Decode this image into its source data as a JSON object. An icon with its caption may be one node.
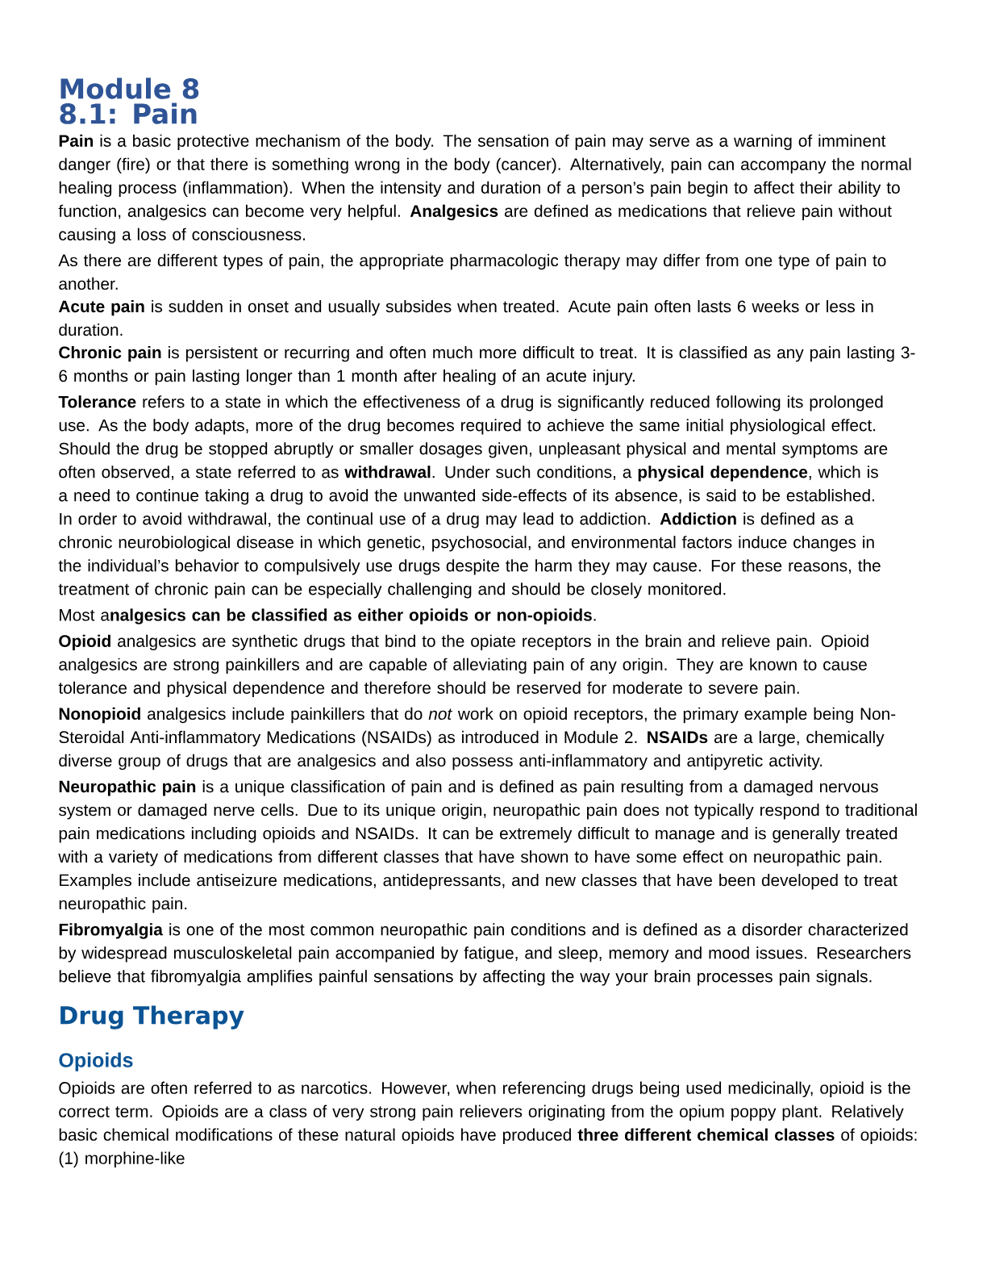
{
  "diagram": {
    "title": "Module 8",
    "labels": [
      "8.1: Pain",
      "**Pain** is a basic protective mechanism of the body. The sensation of pain may serve as a warning of imminent danger (fire) or that there is something wrong in the body (cancer). Alternatively, pain can accompany the normal healing process (inflammation). When the intensity and duration of a person’s pain begin to affect their ability to function, analgesics can become very helpful. **Analgesics** are defined as medications that relieve pain without causing a loss of consciousness.",
      "As there are different types of pain, the appropriate pharmacologic therapy may differ from one type of pain to another.",
      "**Acute pain** is sudden in onset and usually subsides when treated. Acute pain often lasts 6 weeks or less in duration.",
      "**Chronic pain** is persistent or recurring and often much more difficult to treat. It is classified as any pain lasting 3-6 months or pain lasting longer than 1 month after healing of an acute injury.",
      "**Tolerance** refers to a state in which the effectiveness of a drug is significantly reduced following its prolonged use. As the body adapts, more of the drug becomes required to achieve the same initial physiological effect. Should the drug be stopped abruptly or smaller dosages given, unpleasant physical and mental symptoms are often observed, a state referred to as **withdrawal**. Under such conditions, a **physical dependence**, which is a need to continue taking a drug to avoid the unwanted side-effects of its absence, is said to be established. In order to avoid withdrawal, the continual use of a drug may lead to addiction. **Addiction** is defined as a chronic neurobiological disease in which genetic, psychosocial, and environmental factors induce changes in the individual’s behavior to compulsively use drugs despite the harm they may cause. For these reasons, the treatment of chronic pain can be especially challenging and should be closely monitored.",
      "Most a**nalgesics can be classified as either opioids or non-opioids**.",
      "**Opioid** analgesics are synthetic drugs that bind to the opiate receptors in the brain and relieve pain. Opioid analgesics are strong painkillers and are capable of alleviating pain of any origin. They are known to cause tolerance and physical dependence and therefore should be reserved for moderate to severe pain.",
      "**Nonopioid** analgesics include painkillers that do *not* work on opioid receptors, the primary example being Non-Steroidal Anti-inflammatory Medications (NSAIDs) as introduced in Module 2. **NSAIDs** are a large, chemically diverse group of drugs that are analgesics and also possess anti-inflammatory and antipyretic activity.",
      "**Neuropathic pain** is a unique classification of pain and is defined as pain resulting from a damaged nervous system or damaged nerve cells. Due to its unique origin, neuropathic pain does not typically respond to traditional pain medications including opioids and NSAIDs. It can be extremely difficult to manage and is generally treated with a variety of medications from different classes that have shown to have some effect on neuropathic pain. Examples include antiseizure medications, antidepressants, and new classes that have been developed to treat neuropathic pain.",
      "**Fibromyalgia** is one of the most common neuropathic pain conditions and is defined as a disorder characterized by widespread musculoskeletal pain accompanied by fatigue, and sleep, memory and mood issues. Researchers believe that fibromyalgia amplifies painful sensations by affecting the way your brain processes pain signals.",
      "Drug Therapy",
      "Opioids",
      "Opioids are often referred to as narcotics. However, when referencing drugs being used medicinally, opioid is the correct term. Opioids are a class of very strong pain relievers originating from the opium poppy plant. Relatively basic chemical modifications of these natural opioids have produced **three different chemical classes** of opioids: (1) morphine-like"
    ]
  }
}
